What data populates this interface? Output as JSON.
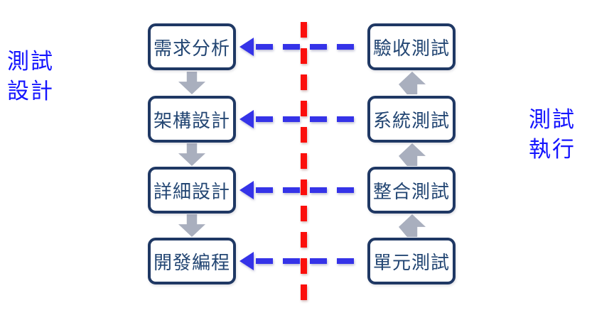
{
  "labels": {
    "left": [
      "測試",
      "設計"
    ],
    "right": [
      "測試",
      "執行"
    ]
  },
  "boxes": {
    "left": [
      "需求分析",
      "架構設計",
      "詳細設計",
      "開發編程"
    ],
    "right": [
      "驗收測試",
      "系統測試",
      "整合測試",
      "單元測試"
    ]
  },
  "icons": {
    "down_arrow": "block-arrow-down",
    "up_arrow": "block-arrow-up",
    "back_arrow": "dashed-arrow-left",
    "divider": "dashed-vertical-line"
  },
  "colors": {
    "box_border": "#1F3864",
    "box_text": "#234673",
    "flow_arrow_gray": "#A9AFBE",
    "dashed_arrow_blue": "#3533E8",
    "divider_red": "#FB0F0C",
    "side_label_blue": "#1414FF"
  }
}
